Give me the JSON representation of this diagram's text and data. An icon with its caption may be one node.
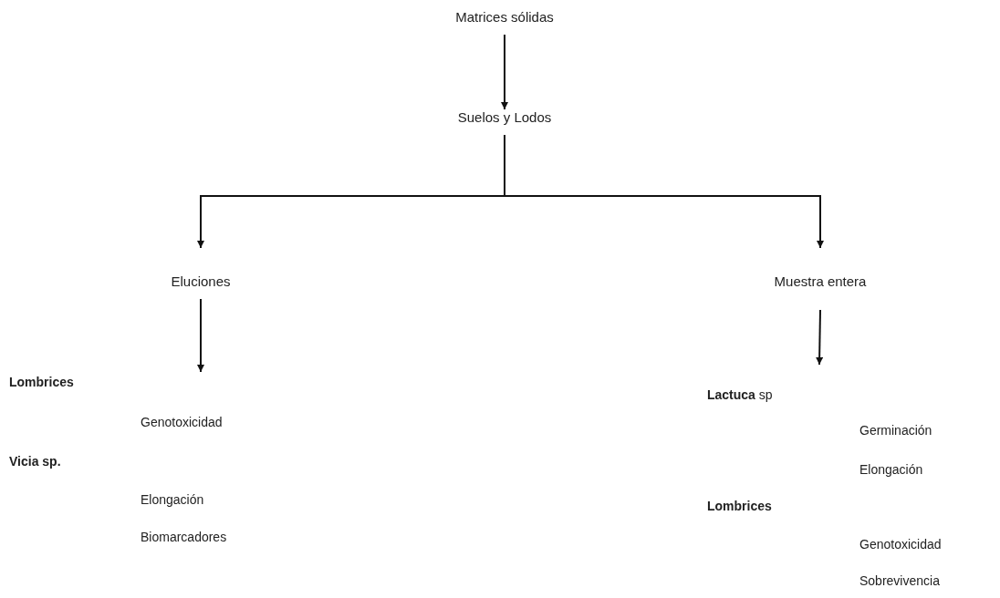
{
  "diagram": {
    "nodes": [
      {
        "text": [
          "Matrices sólidas"
        ]
      },
      {
        "text": [
          "Suelos y Lodos"
        ]
      },
      {
        "text": [
          "Eluciones"
        ]
      },
      {
        "text": [
          "Muestra entera"
        ]
      },
      {
        "text": [
          "Lombrices",
          "Genotoxicidad",
          "Vicia sp.",
          "Elongación",
          "Biomarcadores"
        ]
      },
      {
        "text": [
          "**Lactuca** sp",
          "Germinación",
          "Elongación",
          "Lombrices",
          "Genotoxicidad",
          "Sobrevivencia"
        ]
      }
    ],
    "edges": [
      {
        "from": 0,
        "to": 1,
        "arrow": "to"
      },
      {
        "from": 1,
        "to": 2,
        "arrow": "to"
      },
      {
        "from": 1,
        "to": 3,
        "arrow": "to"
      },
      {
        "from": 2,
        "to": 4,
        "arrow": "to"
      },
      {
        "from": 3,
        "to": 5,
        "arrow": "to"
      }
    ]
  }
}
